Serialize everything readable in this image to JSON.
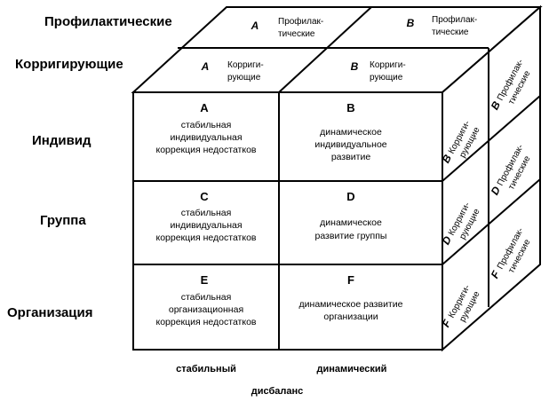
{
  "row_labels": {
    "preventive": "Профилактические",
    "corrective": "Корригирующие",
    "individual": "Индивид",
    "group": "Группа",
    "organization": "Организация"
  },
  "axis": {
    "stable": "стабильный",
    "dynamic": "динамический",
    "imbalance": "дисбаланс"
  },
  "front_cells": [
    {
      "letter": "A",
      "lines": [
        "стабильная",
        "индивидуальная",
        "коррекция недостатков"
      ]
    },
    {
      "letter": "B",
      "lines": [
        "динамическое",
        "индивидуальное",
        "развитие"
      ]
    },
    {
      "letter": "C",
      "lines": [
        "стабильная",
        "индивидуальная",
        "коррекция недостатков"
      ]
    },
    {
      "letter": "D",
      "lines": [
        "динамическое",
        "развитие группы"
      ]
    },
    {
      "letter": "E",
      "lines": [
        "стабильная",
        "организационная",
        "коррекция недостатков"
      ]
    },
    {
      "letter": "F",
      "lines": [
        "динамическое развитие",
        "организации"
      ]
    }
  ],
  "top_cells": [
    {
      "letter": "A",
      "lines": [
        "Профилак-",
        "тические"
      ]
    },
    {
      "letter": "B",
      "lines": [
        "Профилак-",
        "тические"
      ]
    },
    {
      "letter": "A",
      "lines": [
        "Корриги-",
        "рующие"
      ]
    },
    {
      "letter": "B",
      "lines": [
        "Корриги-",
        "рующие"
      ]
    }
  ],
  "side_cells": [
    {
      "letter": "B",
      "lines": [
        "Корриги-",
        "рующие"
      ]
    },
    {
      "letter": "B",
      "lines": [
        "Профилак-",
        "тические"
      ]
    },
    {
      "letter": "D",
      "lines": [
        "Корриги-",
        "рующие"
      ]
    },
    {
      "letter": "D",
      "lines": [
        "Профилак-",
        "тические"
      ]
    },
    {
      "letter": "F",
      "lines": [
        "Корриги-",
        "рующие"
      ]
    },
    {
      "letter": "F",
      "lines": [
        "Профилак-",
        "тические"
      ]
    }
  ]
}
